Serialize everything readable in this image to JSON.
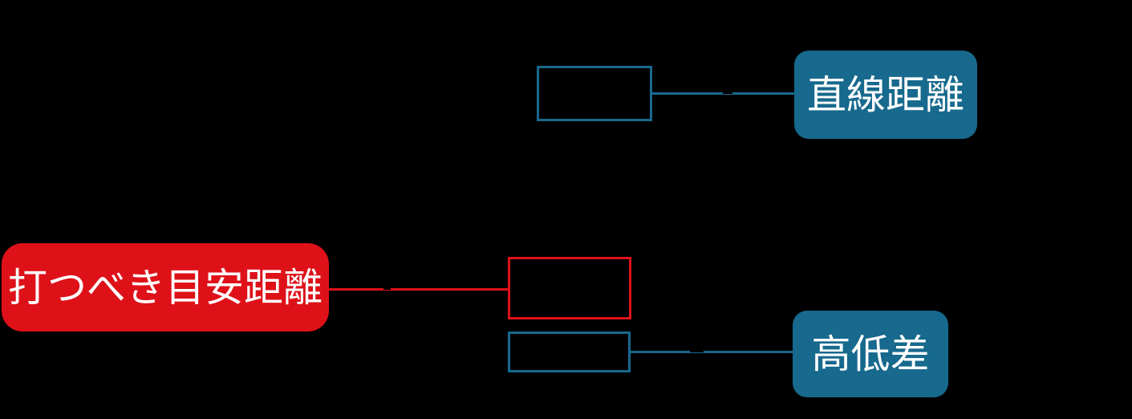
{
  "colors": {
    "background": "#000000",
    "teal": "#17698D",
    "red": "#DE1119",
    "label_text": "#FFFFFF"
  },
  "nodes": {
    "straight_distance": {
      "label": "直線距離",
      "value": ""
    },
    "target_distance": {
      "label": "打つべき目安距離"
    },
    "formula_result": {
      "value": ""
    },
    "elevation": {
      "label": "高低差",
      "value": ""
    }
  }
}
